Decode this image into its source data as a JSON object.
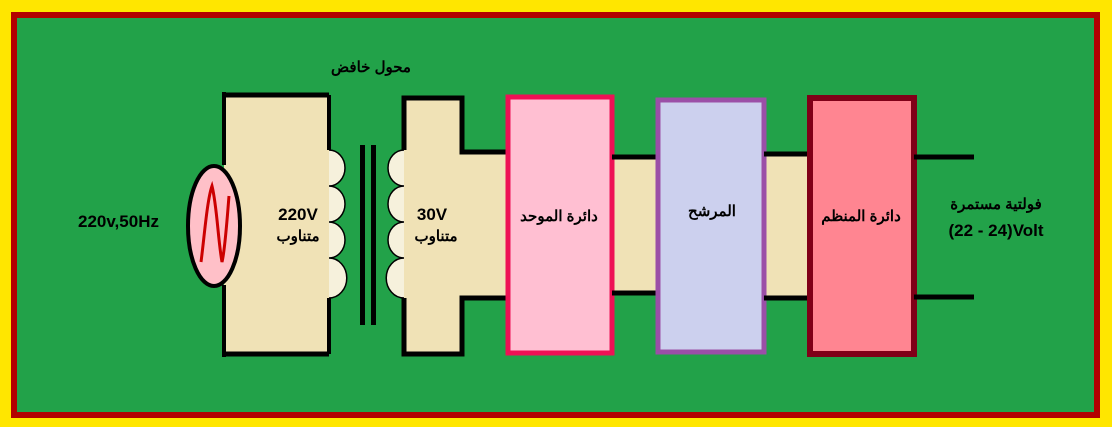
{
  "diagram": {
    "title": "محول خافض",
    "source": {
      "label": "220v,50Hz"
    },
    "primary": {
      "voltage": "220V",
      "type": "متناوب"
    },
    "secondary": {
      "voltage": "30V",
      "type": "متناوب"
    },
    "blocks": {
      "rectifier": "دائرة الموحد",
      "filter": "المرشح",
      "regulator": "دائرة المنظم"
    },
    "output": {
      "line1": "فولتية مستمرة",
      "line2": "(22 - 24)Volt"
    },
    "colors": {
      "outer_border": "#ffe600",
      "inner_border": "#b30000",
      "panel": "#22a249",
      "wiring_fill": "#f0e2b6",
      "rectifier_fill": "#ffbfd2",
      "rectifier_border": "#ee1155",
      "filter_fill": "#ccd0ee",
      "filter_border": "#9b4fa7",
      "regulator_fill": "#ff8591",
      "regulator_border": "#800018",
      "source_circle": "#ffc0c8",
      "source_wave": "#cc0000"
    }
  }
}
